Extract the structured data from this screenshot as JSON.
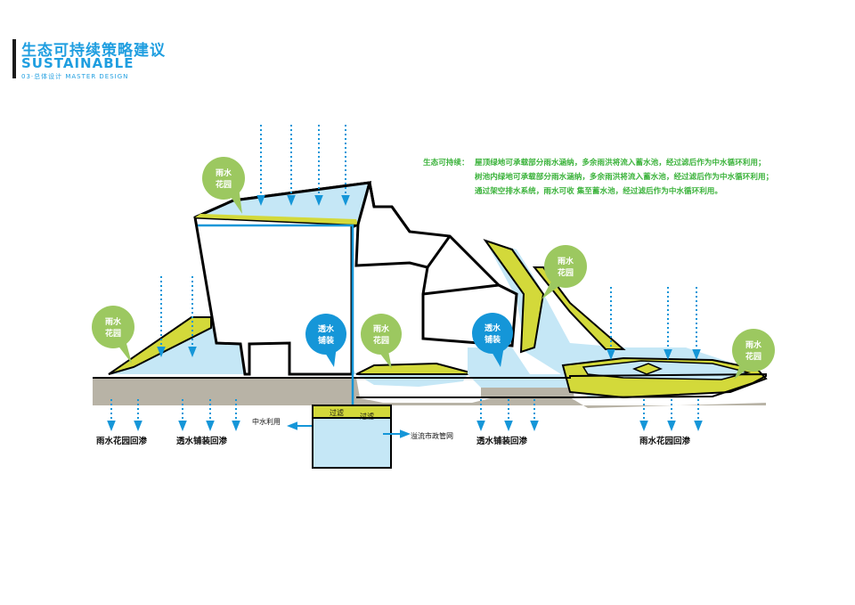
{
  "header": {
    "title_cn": "生态可持续策略建议",
    "title_en": "SUSTAINABLE",
    "subtitle": "03·总体设计  MASTER DESIGN"
  },
  "description": {
    "label": "生态可持续：",
    "lines": [
      "屋顶绿地可承载部分雨水涵纳，多余雨洪将流入蓄水池，经过滤后作为中水循环利用；",
      "树池内绿地可承载部分雨水涵纳，多余雨洪将流入蓄水池，经过滤后作为中水循环利用；",
      "通过架空排水系统，雨水可收  集至蓄水池，经过滤后作为中水循环利用。"
    ]
  },
  "bubbles": {
    "rain_garden": [
      "雨水",
      "花园"
    ],
    "permeable_paving": [
      "透水",
      "铺装"
    ]
  },
  "bottom_labels": {
    "rain_garden_infiltration": "雨水花园回渗",
    "permeable_infiltration": "透水铺装回渗"
  },
  "tank": {
    "filter": "过滤",
    "reuse": "中水利用",
    "overflow": "溢流市政管网"
  },
  "colors": {
    "accent_blue": "#1f9ee0",
    "water": "#c5e7f6",
    "green_roof": "#d3d93a",
    "bubble_green": "#9cc860",
    "bubble_blue": "#1596d8",
    "ground": "#b8b3a6",
    "desc_green": "#3cb33c"
  }
}
